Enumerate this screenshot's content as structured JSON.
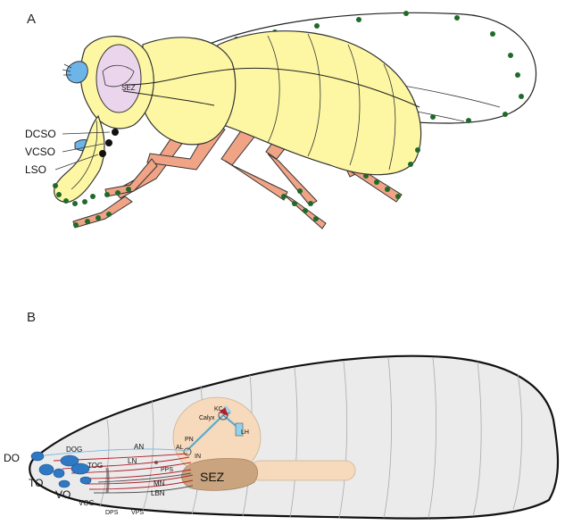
{
  "panel_a": {
    "letter": "A",
    "brain_label": "SEZ",
    "sensilla_labels": [
      "DCSO",
      "VCSO",
      "LSO"
    ]
  },
  "panel_b": {
    "letter": "B",
    "organ_labels": [
      "DO",
      "TO",
      "VO",
      "DOG",
      "TOG",
      "VOG"
    ],
    "nerve_labels": [
      "AN",
      "LN",
      "MN",
      "LBN"
    ],
    "pharyngeal_labels": [
      "PPS",
      "DPS",
      "VPS"
    ],
    "brain_labels": [
      "KC",
      "Calyx",
      "LH",
      "PN",
      "AL",
      "IN",
      "SEZ"
    ]
  },
  "colors": {
    "fly_body": "#fdf7a4",
    "fly_legs": "#f0a385",
    "brain_pink": "#ebd5ec",
    "eye_blue": "#6db5e8",
    "sensilla_green": "#1f6a2a",
    "larva_body": "#ebebeb",
    "larva_brain": "#f7d9bb",
    "larva_sez": "#c9a47e",
    "organ_blue": "#2e78c4",
    "nerve_red": "#b3202a",
    "projection_blue": "#8fd3ec"
  }
}
